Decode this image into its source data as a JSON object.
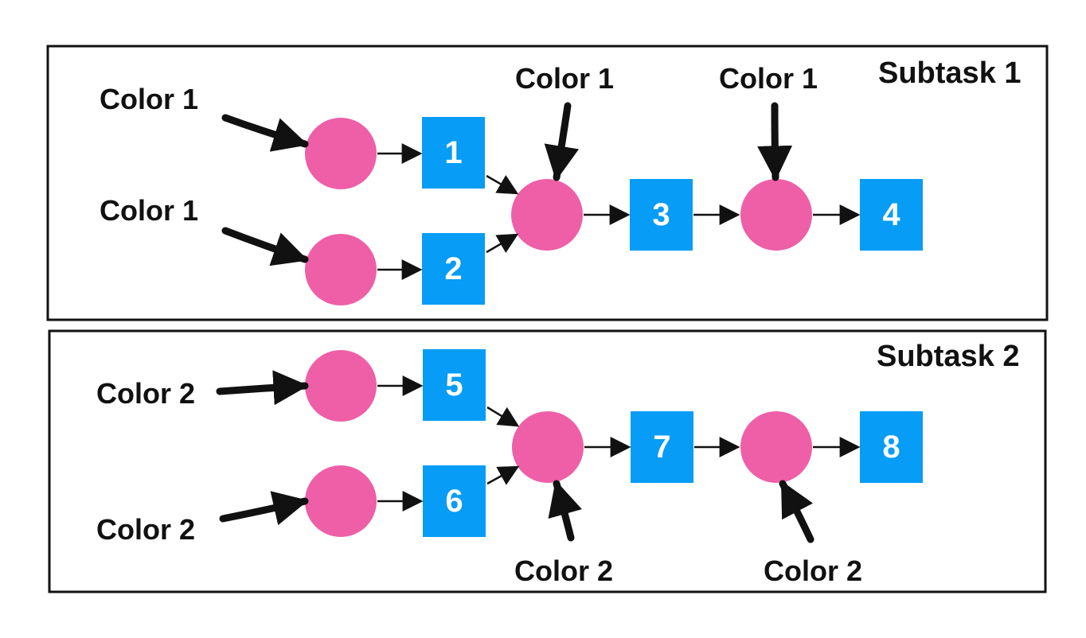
{
  "colors": {
    "circle": "#ee5fa7",
    "square": "#079cf5",
    "ink": "#111111"
  },
  "subtasks": [
    {
      "title": "Subtask 1",
      "square_labels": [
        "1",
        "2",
        "3",
        "4"
      ],
      "color_labels": [
        "Color 1",
        "Color 1",
        "Color 1",
        "Color 1"
      ]
    },
    {
      "title": "Subtask 2",
      "square_labels": [
        "5",
        "6",
        "7",
        "8"
      ],
      "color_labels": [
        "Color 2",
        "Color 2",
        "Color 2",
        "Color 2"
      ]
    }
  ]
}
